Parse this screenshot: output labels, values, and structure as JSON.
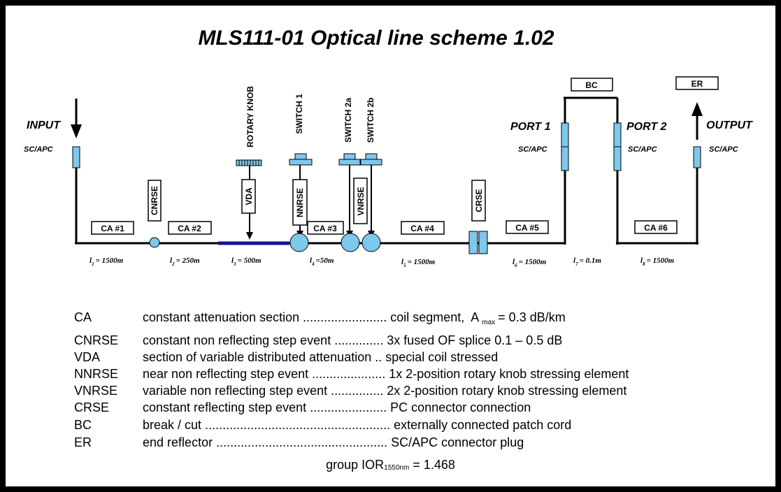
{
  "title": "MLS111-01   Optical line scheme 1.02",
  "labels": {
    "input": "INPUT",
    "output": "OUTPUT",
    "port1": "PORT 1",
    "port2": "PORT 2",
    "sc_apc": "SC/APC",
    "bc": "BC",
    "er": "ER",
    "rotary_knob": "ROTARY KNOB",
    "switch1": "SWITCH 1",
    "switch2a": "SWITCH 2a",
    "switch2b": "SWITCH 2b",
    "cnrse": "CNRSE",
    "vda": "VDA",
    "nnrse": "NNRSE",
    "vnrse": "VNRSE",
    "crse": "CRSE"
  },
  "sections": [
    {
      "name": "CA #1"
    },
    {
      "name": "CA #2"
    },
    {
      "name": "CA #3"
    },
    {
      "name": "CA #4"
    },
    {
      "name": "CA #5"
    },
    {
      "name": "CA #6"
    }
  ],
  "lengths": [
    {
      "sym": "l",
      "sub": "1",
      "val": "= 1500m"
    },
    {
      "sym": "l",
      "sub": "2",
      "val": "= 250m"
    },
    {
      "sym": "l",
      "sub": "3",
      "val": "= 500m"
    },
    {
      "sym": "l",
      "sub": "4",
      "val": "=50m"
    },
    {
      "sym": "l",
      "sub": "5",
      "val": "= 1500m"
    },
    {
      "sym": "l",
      "sub": "6",
      "val": "= 1500m"
    },
    {
      "sym": "l",
      "sub": "7",
      "val": "= 0.1m"
    },
    {
      "sym": "l",
      "sub": "8",
      "val": "= 1500m"
    }
  ],
  "legend": [
    {
      "abbr": "CA",
      "desc": "constant attenuation section ........................ coil segment,  A",
      "amax_sub": "max",
      "amax_val": "= 0.3 dB/km"
    },
    {
      "abbr": "CNRSE",
      "desc": "constant non reflecting step event .............. 3x fused OF splice 0.1 – 0.5 dB"
    },
    {
      "abbr": "VDA",
      "desc": "section of variable distributed attenuation .. special coil stressed"
    },
    {
      "abbr": "NNRSE",
      "desc": "near non reflecting step event ..................... 1x 2-position rotary knob stressing element"
    },
    {
      "abbr": "VNRSE",
      "desc": "variable non reflecting step event ............... 2x 2-position rotary knob stressing element"
    },
    {
      "abbr": "CRSE",
      "desc": "constant reflecting step event ...................... PC connector connection"
    },
    {
      "abbr": "BC",
      "desc": "break / cut ..................................................... externally connected patch cord"
    },
    {
      "abbr": "ER",
      "desc": "end reflector ................................................. SC/APC connector plug"
    }
  ],
  "ior": {
    "prefix": "group IOR",
    "sub": "1550nm",
    "value": " = 1.468"
  },
  "colors": {
    "connector": "#7ec8ec",
    "vda_line": "#0c1a8c",
    "line": "#000000",
    "background": "#ffffff",
    "border": "#000000"
  }
}
